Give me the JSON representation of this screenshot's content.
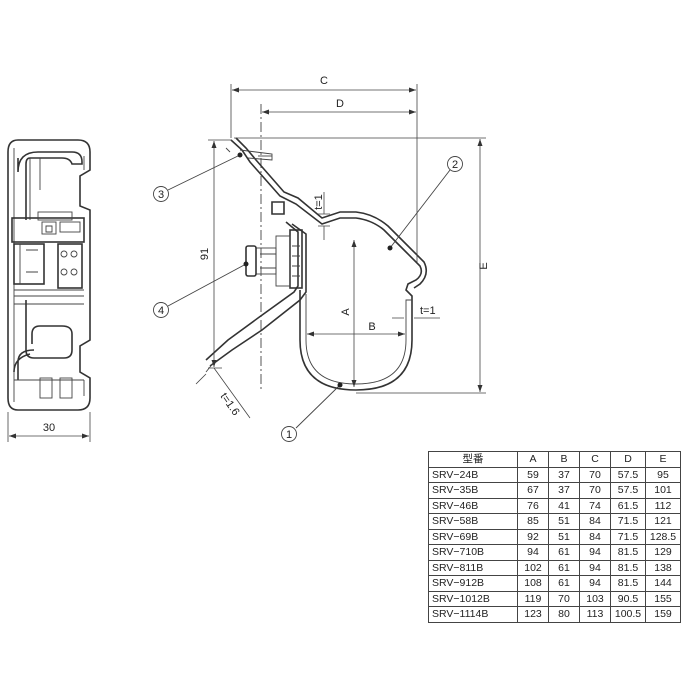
{
  "dimension_labels": {
    "c": "C",
    "d": "D",
    "e": "E",
    "a": "A",
    "b": "B",
    "height_91": "91",
    "width_30": "30",
    "t_top": "t=1",
    "t_right": "t=1",
    "t_bottom": "t=1.6"
  },
  "callouts": [
    "1",
    "2",
    "3",
    "4"
  ],
  "table": {
    "headers": [
      "型番",
      "A",
      "B",
      "C",
      "D",
      "E"
    ],
    "rows": [
      [
        "SRV−24B",
        "59",
        "37",
        "70",
        "57.5",
        "95"
      ],
      [
        "SRV−35B",
        "67",
        "37",
        "70",
        "57.5",
        "101"
      ],
      [
        "SRV−46B",
        "76",
        "41",
        "74",
        "61.5",
        "112"
      ],
      [
        "SRV−58B",
        "85",
        "51",
        "84",
        "71.5",
        "121"
      ],
      [
        "SRV−69B",
        "92",
        "51",
        "84",
        "71.5",
        "128.5"
      ],
      [
        "SRV−710B",
        "94",
        "61",
        "94",
        "81.5",
        "129"
      ],
      [
        "SRV−811B",
        "102",
        "61",
        "94",
        "81.5",
        "138"
      ],
      [
        "SRV−912B",
        "108",
        "61",
        "94",
        "81.5",
        "144"
      ],
      [
        "SRV−1012B",
        "119",
        "70",
        "103",
        "90.5",
        "155"
      ],
      [
        "SRV−1114B",
        "123",
        "80",
        "113",
        "100.5",
        "159"
      ]
    ]
  }
}
